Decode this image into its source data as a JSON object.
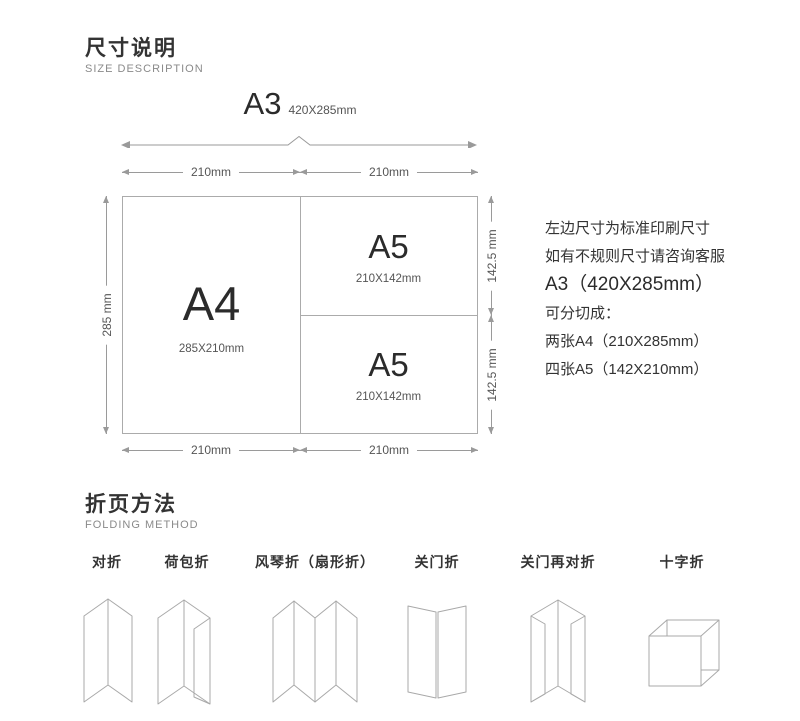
{
  "size_section": {
    "title": "尺寸说明",
    "subtitle": "SIZE DESCRIPTION",
    "a3_heading": {
      "label": "A3",
      "dims": "420X285mm"
    },
    "dims": {
      "top_left": "210mm",
      "top_right": "210mm",
      "bottom_left": "210mm",
      "bottom_right": "210mm",
      "left": "285 mm",
      "right_top": "142.5 mm",
      "right_bottom": "142.5 mm"
    },
    "cells": {
      "a4": {
        "label": "A4",
        "dims": "285X210mm"
      },
      "a5_top": {
        "label": "A5",
        "dims": "210X142mm"
      },
      "a5_bottom": {
        "label": "A5",
        "dims": "210X142mm"
      }
    },
    "notes": [
      "左边尺寸为标准印刷尺寸",
      "如有不规则尺寸请咨询客服",
      "A3（420X285mm）",
      "可分切成：",
      "两张A4（210X285mm）",
      "四张A5（142X210mm）"
    ]
  },
  "folding_section": {
    "title": "折页方法",
    "subtitle": "FOLDING METHOD",
    "methods": [
      {
        "label": "对折"
      },
      {
        "label": "荷包折"
      },
      {
        "label": "风琴折（扇形折）"
      },
      {
        "label": "关门折"
      },
      {
        "label": "关门再对折"
      },
      {
        "label": "十字折"
      }
    ]
  },
  "colors": {
    "line_gray": "#9a9a9a",
    "sheet_border": "#ababab",
    "text_primary": "#333333",
    "text_secondary": "#555555"
  }
}
